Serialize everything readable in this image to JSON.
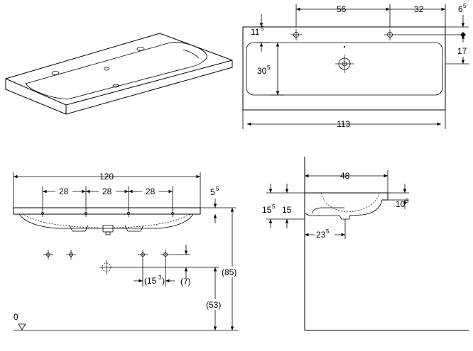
{
  "dims": {
    "top_56": "56",
    "top_32": "32",
    "top_6": "6",
    "top_6_sup": "5",
    "top_11": "11",
    "top_11_sup": "5",
    "top_17": "17",
    "top_30": "30",
    "top_30_sup": "5",
    "top_113": "113",
    "front_120": "120",
    "front_28a": "28",
    "front_28b": "28",
    "front_28c": "28",
    "front_5": "5",
    "front_5_sup": "5",
    "front_15_3": "(15",
    "front_15_3_sup": "3",
    "front_15_3_close": ")",
    "front_7": "(7)",
    "front_85": "(85)",
    "front_53": "(53)",
    "floor_0": "0",
    "side_48": "48",
    "side_15a": "15",
    "side_15a_sup": "5",
    "side_15b": "15",
    "side_10": "10",
    "side_10_sup": "5",
    "side_23": "23",
    "side_23_sup": "5"
  }
}
